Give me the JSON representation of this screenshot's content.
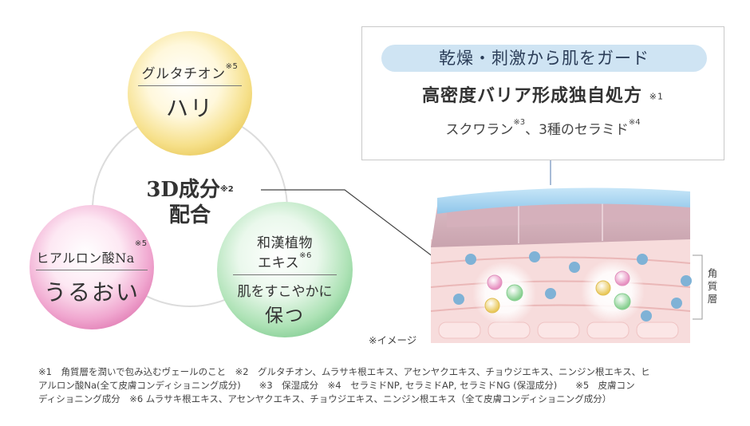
{
  "diagram": {
    "center": {
      "line1": "3D成分",
      "line1_mark": "※2",
      "line2": "配合"
    },
    "bubbles": [
      {
        "name": "glutathione",
        "title": "グルタチオン",
        "mark": "※5",
        "effect": "ハリ",
        "color": "#f3dc78"
      },
      {
        "name": "hyaluronic",
        "title": "ヒアルロン酸Na",
        "mark": "※5",
        "effect": "うるおい",
        "color": "#ea8cbf"
      },
      {
        "name": "herbal",
        "title_line1": "和漢植物",
        "title_line2": "エキス",
        "mark": "※6",
        "effect_line1": "肌をすこやかに",
        "effect_line2": "保つ",
        "color": "#9fd9a8"
      }
    ]
  },
  "callout": {
    "pill": "乾燥・刺激から肌をガード",
    "formula": "高密度バリア形成独自処方",
    "formula_mark": "※1",
    "ingredients_a": "スクワラン",
    "ingredients_a_mark": "※3",
    "ingredients_b": "、3種のセラミド",
    "ingredients_b_mark": "※4"
  },
  "skin": {
    "layer_label": "角質層",
    "image_note": "※イメージ",
    "colors": {
      "barrier": "#a9d3ef",
      "cells": "#f3cfcf",
      "dots": "#7fb2d6"
    }
  },
  "footnotes": {
    "line1": "※1　角質層を潤いで包み込むヴェールのこと　※2　グルタチオン、ムラサキ根エキス、アセンヤクエキス、チョウジエキス、ニンジン根エキス、ヒ",
    "line2": "アルロン酸Na(全て皮膚コンディショニング成分)　　※3　保湿成分　※4　セラミドNP, セラミドAP, セラミドNG (保湿成分)　　※5　皮膚コン",
    "line3": "ディショニング成分　※6 ムラサキ根エキス、アセンヤクエキス、チョウジエキス、ニンジン根エキス（全て皮膚コンディショニング成分）"
  }
}
